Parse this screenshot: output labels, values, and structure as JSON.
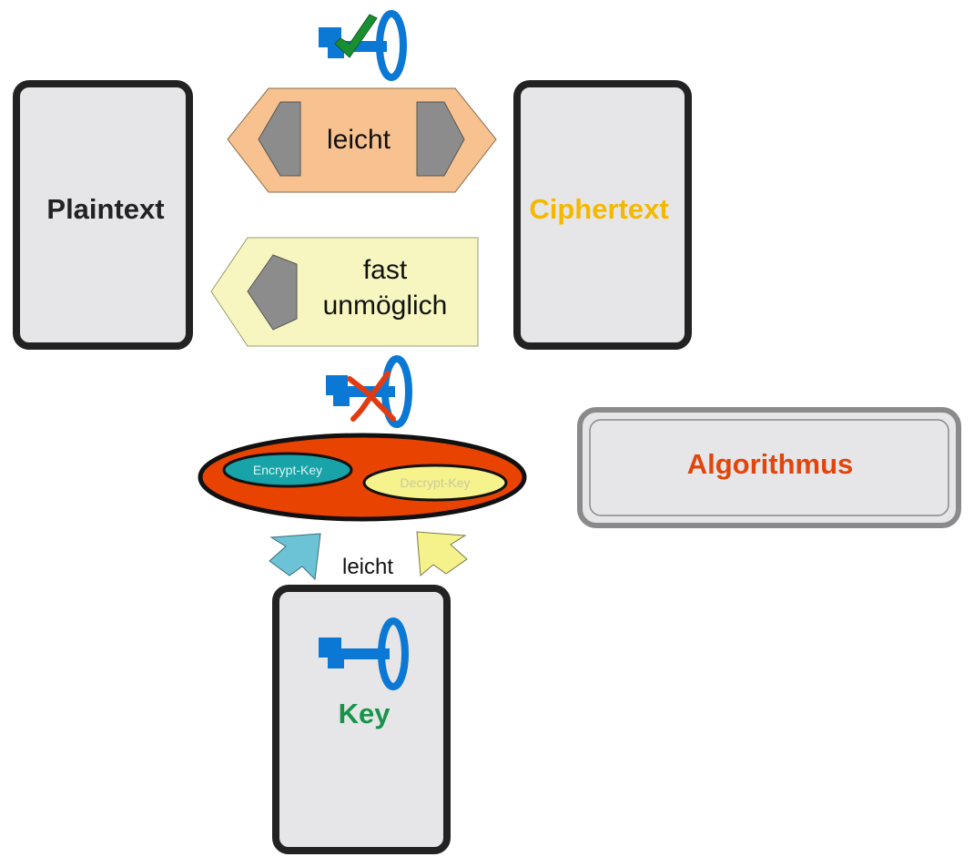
{
  "boxes": {
    "plaintext": "Plaintext",
    "ciphertext": "Ciphertext",
    "algorithmus": "Algorithmus",
    "key": "Key"
  },
  "arrows": {
    "forward_label": "leicht",
    "reverse_label_line1": "fast",
    "reverse_label_line2": "unmöglich",
    "keygen_label": "leicht"
  },
  "keypair": {
    "encrypt": "Encrypt-Key",
    "decrypt": "Decrypt-Key"
  },
  "colors": {
    "plaintext_text": "#222222",
    "ciphertext_text": "#f5b800",
    "algorithmus_text": "#e2450c",
    "key_text": "#17944a",
    "key_icon": "#0a78d4",
    "check": "#1a8f32",
    "cross": "#e23b12",
    "forward_arrow_fill": "#f7c28f",
    "reverse_arrow_fill": "#f8f6c0",
    "keypair_oval": "#e84300",
    "encrypt_oval": "#17a3a7",
    "decrypt_oval": "#f6f28c"
  }
}
